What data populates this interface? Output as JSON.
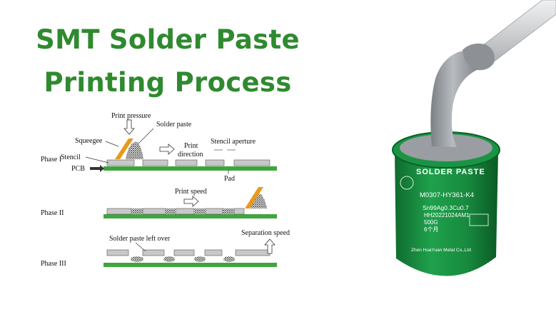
{
  "title": {
    "line1": "SMT Solder Paste",
    "line2": "Printing Process"
  },
  "diagram": {
    "labels": {
      "print_pressure": "Print pressure",
      "solder_paste": "Solder paste",
      "squeegee": "Squeegee",
      "print": "Print",
      "direction": "direction",
      "stencil_aperture": "Stencil aperture",
      "stencil": "Stencil",
      "pcb": "PCB",
      "pad": "Pad",
      "print_speed": "Print speed",
      "separation_speed": "Separation speed",
      "left_over": "Solder paste left over"
    },
    "phases": [
      "Phase I",
      "Phase II",
      "Phase III"
    ]
  },
  "jar": {
    "label_title": "SOLDER PASTE",
    "model": "M0307-HY361-K4",
    "alloy": "Sn99Ag0.3Cu0.7",
    "lot": "HH20221024AM1",
    "weight": "500G",
    "shelf": "6个月",
    "maker": "Zhen HuaYuan Metal Co.,Ltd",
    "colors": {
      "lid": "#1f9d4a",
      "paste": "#8d9196",
      "spatula": "#d4d6d8"
    }
  }
}
